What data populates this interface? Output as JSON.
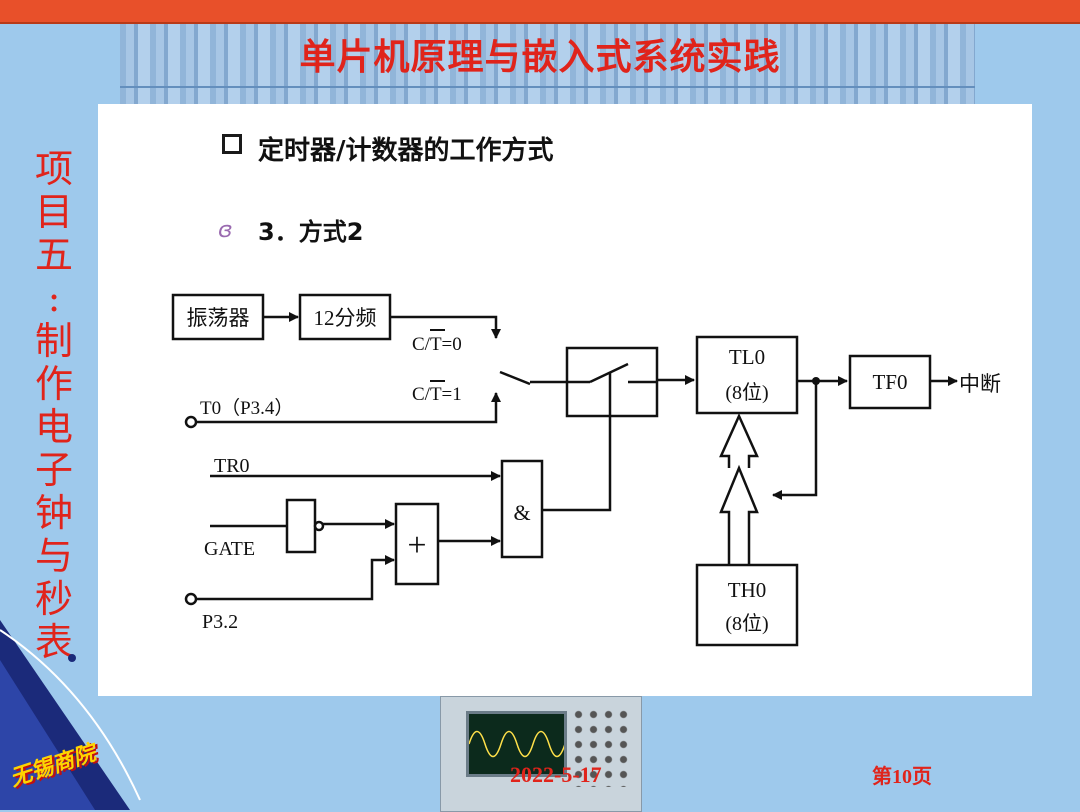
{
  "slide": {
    "title": "单片机原理与嵌入式系统实践",
    "side_title": "项目五：制作电子钟与秒表",
    "heading": "定时器/计数器的工作方式",
    "subheading": "3．方式2",
    "bullet_glyph": "ɞ",
    "date": "2022-5-17",
    "page": "第10页",
    "logo_text": "无锡商院"
  },
  "diagram": {
    "oscillator": "振荡器",
    "divider": "12分频",
    "ct0": "C/T=0",
    "ct1": "C/T=1",
    "t0_pin": "T0（P3.4）",
    "tr0": "TR0",
    "gate": "GATE",
    "p32": "P3.2",
    "and_gate": "&",
    "or_gate": "+",
    "tl0": "TL0",
    "tl0_bits": "(8位)",
    "th0": "TH0",
    "th0_bits": "(8位)",
    "tf0": "TF0",
    "interrupt": "中断"
  },
  "colors": {
    "title_red": "#e0241b",
    "topbar": "#e8502a",
    "background": "#9ec9ec"
  }
}
